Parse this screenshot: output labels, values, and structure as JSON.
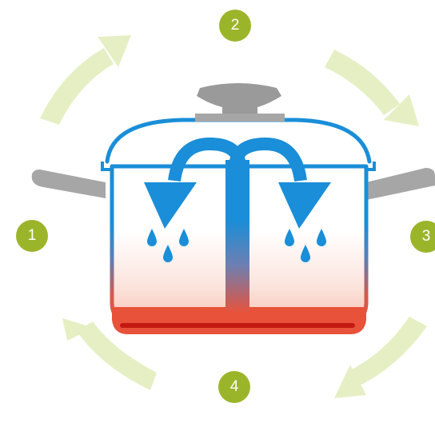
{
  "colors": {
    "cycle_arrow": "#e6efc4",
    "badge": "#9bb52a",
    "pot_outline": "#1a8ed8",
    "convection_arrow": "#1a8ed8",
    "drop": "#1a8ed8",
    "heat": "#e8523a",
    "heat_dark": "#c21a12",
    "handle": "#a6a6a6",
    "lid_knob": "#9a9a9a"
  },
  "icons": {
    "cycle": "circular-arrow",
    "pot": "cooking-pot",
    "steam": "convection-arrow",
    "drop": "water-drop"
  },
  "steps": [
    {
      "number": "1"
    },
    {
      "number": "2"
    },
    {
      "number": "3"
    },
    {
      "number": "4"
    }
  ]
}
